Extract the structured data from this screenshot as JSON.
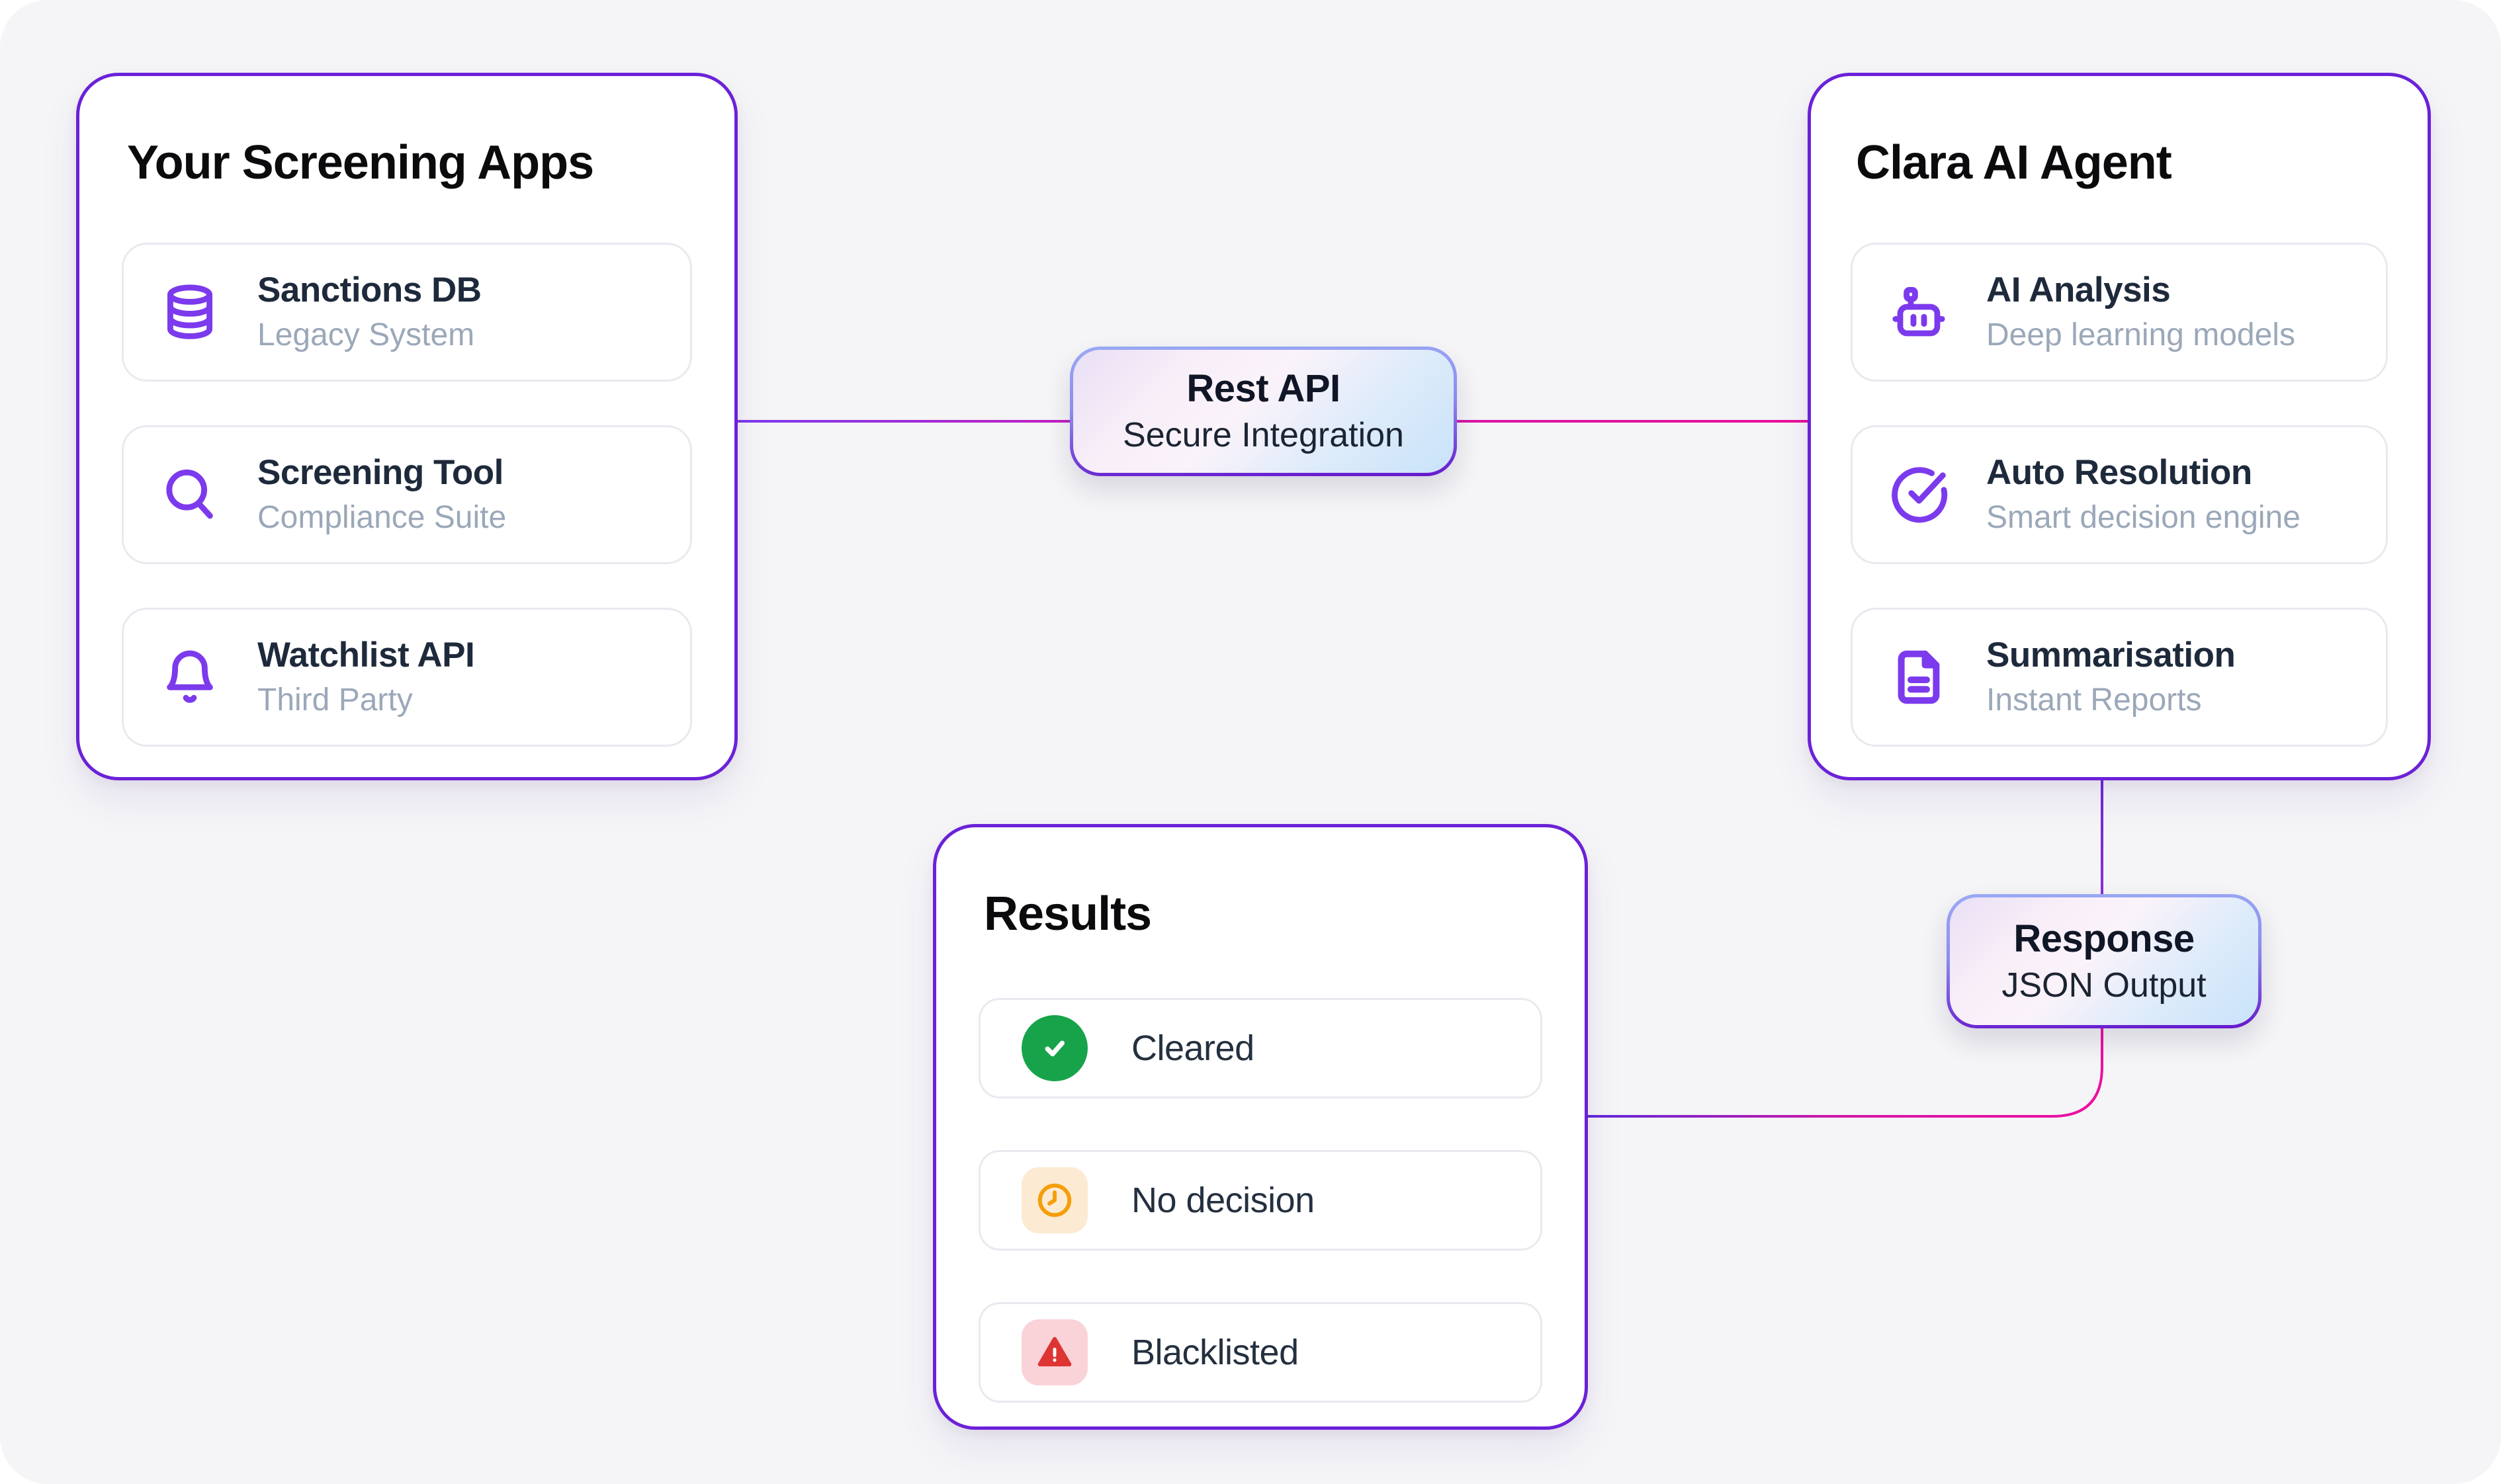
{
  "apps_card": {
    "title": "Your Screening Apps",
    "items": [
      {
        "icon": "database-icon",
        "title": "Sanctions DB",
        "subtitle": "Legacy System"
      },
      {
        "icon": "search-icon",
        "title": "Screening Tool",
        "subtitle": "Compliance Suite"
      },
      {
        "icon": "bell-icon",
        "title": "Watchlist API",
        "subtitle": "Third Party"
      }
    ]
  },
  "agent_card": {
    "title": "Clara AI Agent",
    "items": [
      {
        "icon": "robot-icon",
        "title": "AI Analysis",
        "subtitle": "Deep learning  models"
      },
      {
        "icon": "check-circle-icon",
        "title": "Auto Resolution",
        "subtitle": "Smart decision engine"
      },
      {
        "icon": "document-icon",
        "title": "Summarisation",
        "subtitle": "Instant Reports"
      }
    ]
  },
  "results_card": {
    "title": "Results",
    "items": [
      {
        "icon": "cleared-check-icon",
        "label": "Cleared"
      },
      {
        "icon": "clock-icon",
        "label": "No decision"
      },
      {
        "icon": "alert-triangle-icon",
        "label": "Blacklisted"
      }
    ]
  },
  "nodes": {
    "rest_api": {
      "title": "Rest API",
      "subtitle": "Secure Integration"
    },
    "response": {
      "title": "Response",
      "subtitle": "JSON Output"
    }
  },
  "colors": {
    "canvas_bg": "#F5F5F7",
    "card_border_purple": "#6B21D8",
    "icon_purple": "#7C3AED",
    "connector_purple": "#6D28D9",
    "connector_magenta": "#E8119C",
    "success_green": "#17A34A",
    "warning_amber": "#F59E0B",
    "danger_red": "#DF3434"
  }
}
